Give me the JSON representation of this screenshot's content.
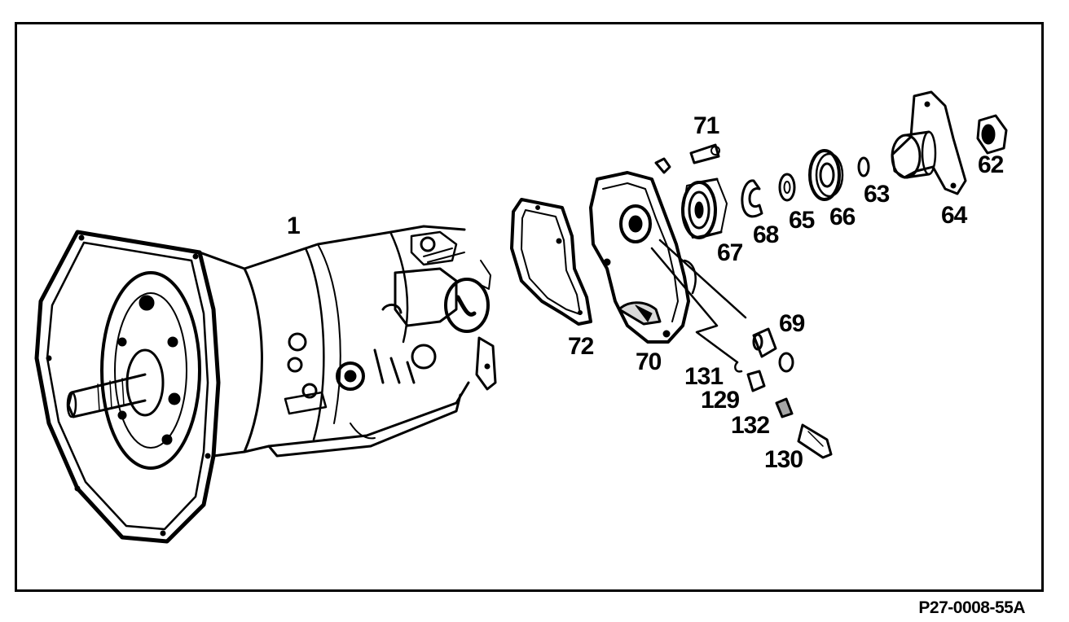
{
  "diagram": {
    "figure_code": "P27-0008-55A",
    "callouts": [
      {
        "id": "1",
        "text": "1"
      },
      {
        "id": "62",
        "text": "62"
      },
      {
        "id": "63",
        "text": "63"
      },
      {
        "id": "64",
        "text": "64"
      },
      {
        "id": "65",
        "text": "65"
      },
      {
        "id": "66",
        "text": "66"
      },
      {
        "id": "67",
        "text": "67"
      },
      {
        "id": "68",
        "text": "68"
      },
      {
        "id": "69",
        "text": "69"
      },
      {
        "id": "70",
        "text": "70"
      },
      {
        "id": "71",
        "text": "71"
      },
      {
        "id": "72",
        "text": "72"
      },
      {
        "id": "129",
        "text": "129"
      },
      {
        "id": "130",
        "text": "130"
      },
      {
        "id": "131",
        "text": "131"
      },
      {
        "id": "132",
        "text": "132"
      }
    ]
  }
}
